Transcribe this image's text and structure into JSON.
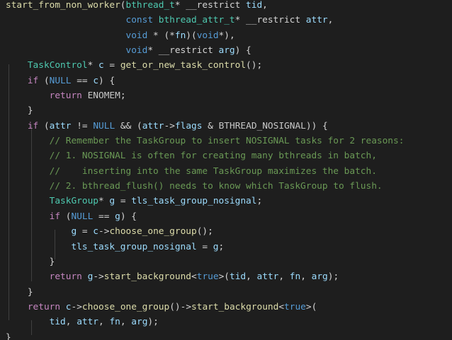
{
  "editor": {
    "language": "cpp",
    "colors": {
      "background": "#1e1e1e",
      "default": "#d4d4d4",
      "function": "#dcdcaa",
      "keyword": "#569cd6",
      "control": "#c586c0",
      "type": "#4ec9b0",
      "parameter": "#9cdcfe",
      "macro": "#c8c8c8",
      "comment": "#6a9955",
      "indent_guide": "#404040"
    },
    "lines": [
      [
        {
          "t": "start_from_non_worker",
          "c": "function"
        },
        {
          "t": "(",
          "c": "default"
        },
        {
          "t": "bthread_t",
          "c": "type"
        },
        {
          "t": "* __restrict ",
          "c": "default"
        },
        {
          "t": "tid",
          "c": "parameter"
        },
        {
          "t": ",",
          "c": "default"
        }
      ],
      [
        {
          "t": "                      ",
          "c": "default"
        },
        {
          "t": "const",
          "c": "keyword"
        },
        {
          "t": " ",
          "c": "default"
        },
        {
          "t": "bthread_attr_t",
          "c": "type"
        },
        {
          "t": "* __restrict ",
          "c": "default"
        },
        {
          "t": "attr",
          "c": "parameter"
        },
        {
          "t": ",",
          "c": "default"
        }
      ],
      [
        {
          "t": "                      ",
          "c": "default"
        },
        {
          "t": "void",
          "c": "keyword"
        },
        {
          "t": " * (*",
          "c": "default"
        },
        {
          "t": "fn",
          "c": "parameter"
        },
        {
          "t": ")(",
          "c": "default"
        },
        {
          "t": "void",
          "c": "keyword"
        },
        {
          "t": "*),",
          "c": "default"
        }
      ],
      [
        {
          "t": "                      ",
          "c": "default"
        },
        {
          "t": "void",
          "c": "keyword"
        },
        {
          "t": "* __restrict ",
          "c": "default"
        },
        {
          "t": "arg",
          "c": "parameter"
        },
        {
          "t": ") {",
          "c": "default"
        }
      ],
      [
        {
          "t": "    ",
          "c": "default"
        },
        {
          "t": "TaskControl",
          "c": "type"
        },
        {
          "t": "* ",
          "c": "default"
        },
        {
          "t": "c",
          "c": "parameter"
        },
        {
          "t": " = ",
          "c": "default"
        },
        {
          "t": "get_or_new_task_control",
          "c": "function"
        },
        {
          "t": "();",
          "c": "default"
        }
      ],
      [
        {
          "t": "    ",
          "c": "default"
        },
        {
          "t": "if",
          "c": "control"
        },
        {
          "t": " (",
          "c": "default"
        },
        {
          "t": "NULL",
          "c": "keyword"
        },
        {
          "t": " == ",
          "c": "default"
        },
        {
          "t": "c",
          "c": "parameter"
        },
        {
          "t": ") {",
          "c": "default"
        }
      ],
      [
        {
          "t": "        ",
          "c": "default"
        },
        {
          "t": "return",
          "c": "control"
        },
        {
          "t": " ",
          "c": "default"
        },
        {
          "t": "ENOMEM",
          "c": "macro"
        },
        {
          "t": ";",
          "c": "default"
        }
      ],
      [
        {
          "t": "    }",
          "c": "default"
        }
      ],
      [
        {
          "t": "    ",
          "c": "default"
        },
        {
          "t": "if",
          "c": "control"
        },
        {
          "t": " (",
          "c": "default"
        },
        {
          "t": "attr",
          "c": "parameter"
        },
        {
          "t": " != ",
          "c": "default"
        },
        {
          "t": "NULL",
          "c": "keyword"
        },
        {
          "t": " && (",
          "c": "default"
        },
        {
          "t": "attr",
          "c": "parameter"
        },
        {
          "t": "->",
          "c": "default"
        },
        {
          "t": "flags",
          "c": "parameter"
        },
        {
          "t": " & ",
          "c": "default"
        },
        {
          "t": "BTHREAD_NOSIGNAL",
          "c": "macro"
        },
        {
          "t": ")) {",
          "c": "default"
        }
      ],
      [
        {
          "t": "        ",
          "c": "default"
        },
        {
          "t": "// Remember the TaskGroup to insert NOSIGNAL tasks for 2 reasons:",
          "c": "comment"
        }
      ],
      [
        {
          "t": "        ",
          "c": "default"
        },
        {
          "t": "// 1. NOSIGNAL is often for creating many bthreads in batch,",
          "c": "comment"
        }
      ],
      [
        {
          "t": "        ",
          "c": "default"
        },
        {
          "t": "//    inserting into the same TaskGroup maximizes the batch.",
          "c": "comment"
        }
      ],
      [
        {
          "t": "        ",
          "c": "default"
        },
        {
          "t": "// 2. bthread_flush() needs to know which TaskGroup to flush.",
          "c": "comment"
        }
      ],
      [
        {
          "t": "        ",
          "c": "default"
        },
        {
          "t": "TaskGroup",
          "c": "type"
        },
        {
          "t": "* ",
          "c": "default"
        },
        {
          "t": "g",
          "c": "parameter"
        },
        {
          "t": " = ",
          "c": "default"
        },
        {
          "t": "tls_task_group_nosignal",
          "c": "parameter"
        },
        {
          "t": ";",
          "c": "default"
        }
      ],
      [
        {
          "t": "        ",
          "c": "default"
        },
        {
          "t": "if",
          "c": "control"
        },
        {
          "t": " (",
          "c": "default"
        },
        {
          "t": "NULL",
          "c": "keyword"
        },
        {
          "t": " == ",
          "c": "default"
        },
        {
          "t": "g",
          "c": "parameter"
        },
        {
          "t": ") {",
          "c": "default"
        }
      ],
      [
        {
          "t": "            ",
          "c": "default"
        },
        {
          "t": "g",
          "c": "parameter"
        },
        {
          "t": " = ",
          "c": "default"
        },
        {
          "t": "c",
          "c": "parameter"
        },
        {
          "t": "->",
          "c": "default"
        },
        {
          "t": "choose_one_group",
          "c": "function"
        },
        {
          "t": "();",
          "c": "default"
        }
      ],
      [
        {
          "t": "            ",
          "c": "default"
        },
        {
          "t": "tls_task_group_nosignal",
          "c": "parameter"
        },
        {
          "t": " = ",
          "c": "default"
        },
        {
          "t": "g",
          "c": "parameter"
        },
        {
          "t": ";",
          "c": "default"
        }
      ],
      [
        {
          "t": "        }",
          "c": "default"
        }
      ],
      [
        {
          "t": "        ",
          "c": "default"
        },
        {
          "t": "return",
          "c": "control"
        },
        {
          "t": " ",
          "c": "default"
        },
        {
          "t": "g",
          "c": "parameter"
        },
        {
          "t": "->",
          "c": "default"
        },
        {
          "t": "start_background",
          "c": "function"
        },
        {
          "t": "<",
          "c": "default"
        },
        {
          "t": "true",
          "c": "keyword"
        },
        {
          "t": ">(",
          "c": "default"
        },
        {
          "t": "tid",
          "c": "parameter"
        },
        {
          "t": ", ",
          "c": "default"
        },
        {
          "t": "attr",
          "c": "parameter"
        },
        {
          "t": ", ",
          "c": "default"
        },
        {
          "t": "fn",
          "c": "parameter"
        },
        {
          "t": ", ",
          "c": "default"
        },
        {
          "t": "arg",
          "c": "parameter"
        },
        {
          "t": ");",
          "c": "default"
        }
      ],
      [
        {
          "t": "    }",
          "c": "default"
        }
      ],
      [
        {
          "t": "    ",
          "c": "default"
        },
        {
          "t": "return",
          "c": "control"
        },
        {
          "t": " ",
          "c": "default"
        },
        {
          "t": "c",
          "c": "parameter"
        },
        {
          "t": "->",
          "c": "default"
        },
        {
          "t": "choose_one_group",
          "c": "function"
        },
        {
          "t": "()->",
          "c": "default"
        },
        {
          "t": "start_background",
          "c": "function"
        },
        {
          "t": "<",
          "c": "default"
        },
        {
          "t": "true",
          "c": "keyword"
        },
        {
          "t": ">(",
          "c": "default"
        }
      ],
      [
        {
          "t": "        ",
          "c": "default"
        },
        {
          "t": "tid",
          "c": "parameter"
        },
        {
          "t": ", ",
          "c": "default"
        },
        {
          "t": "attr",
          "c": "parameter"
        },
        {
          "t": ", ",
          "c": "default"
        },
        {
          "t": "fn",
          "c": "parameter"
        },
        {
          "t": ", ",
          "c": "default"
        },
        {
          "t": "arg",
          "c": "parameter"
        },
        {
          "t": ");",
          "c": "default"
        }
      ],
      [
        {
          "t": "}",
          "c": "default"
        }
      ]
    ]
  }
}
